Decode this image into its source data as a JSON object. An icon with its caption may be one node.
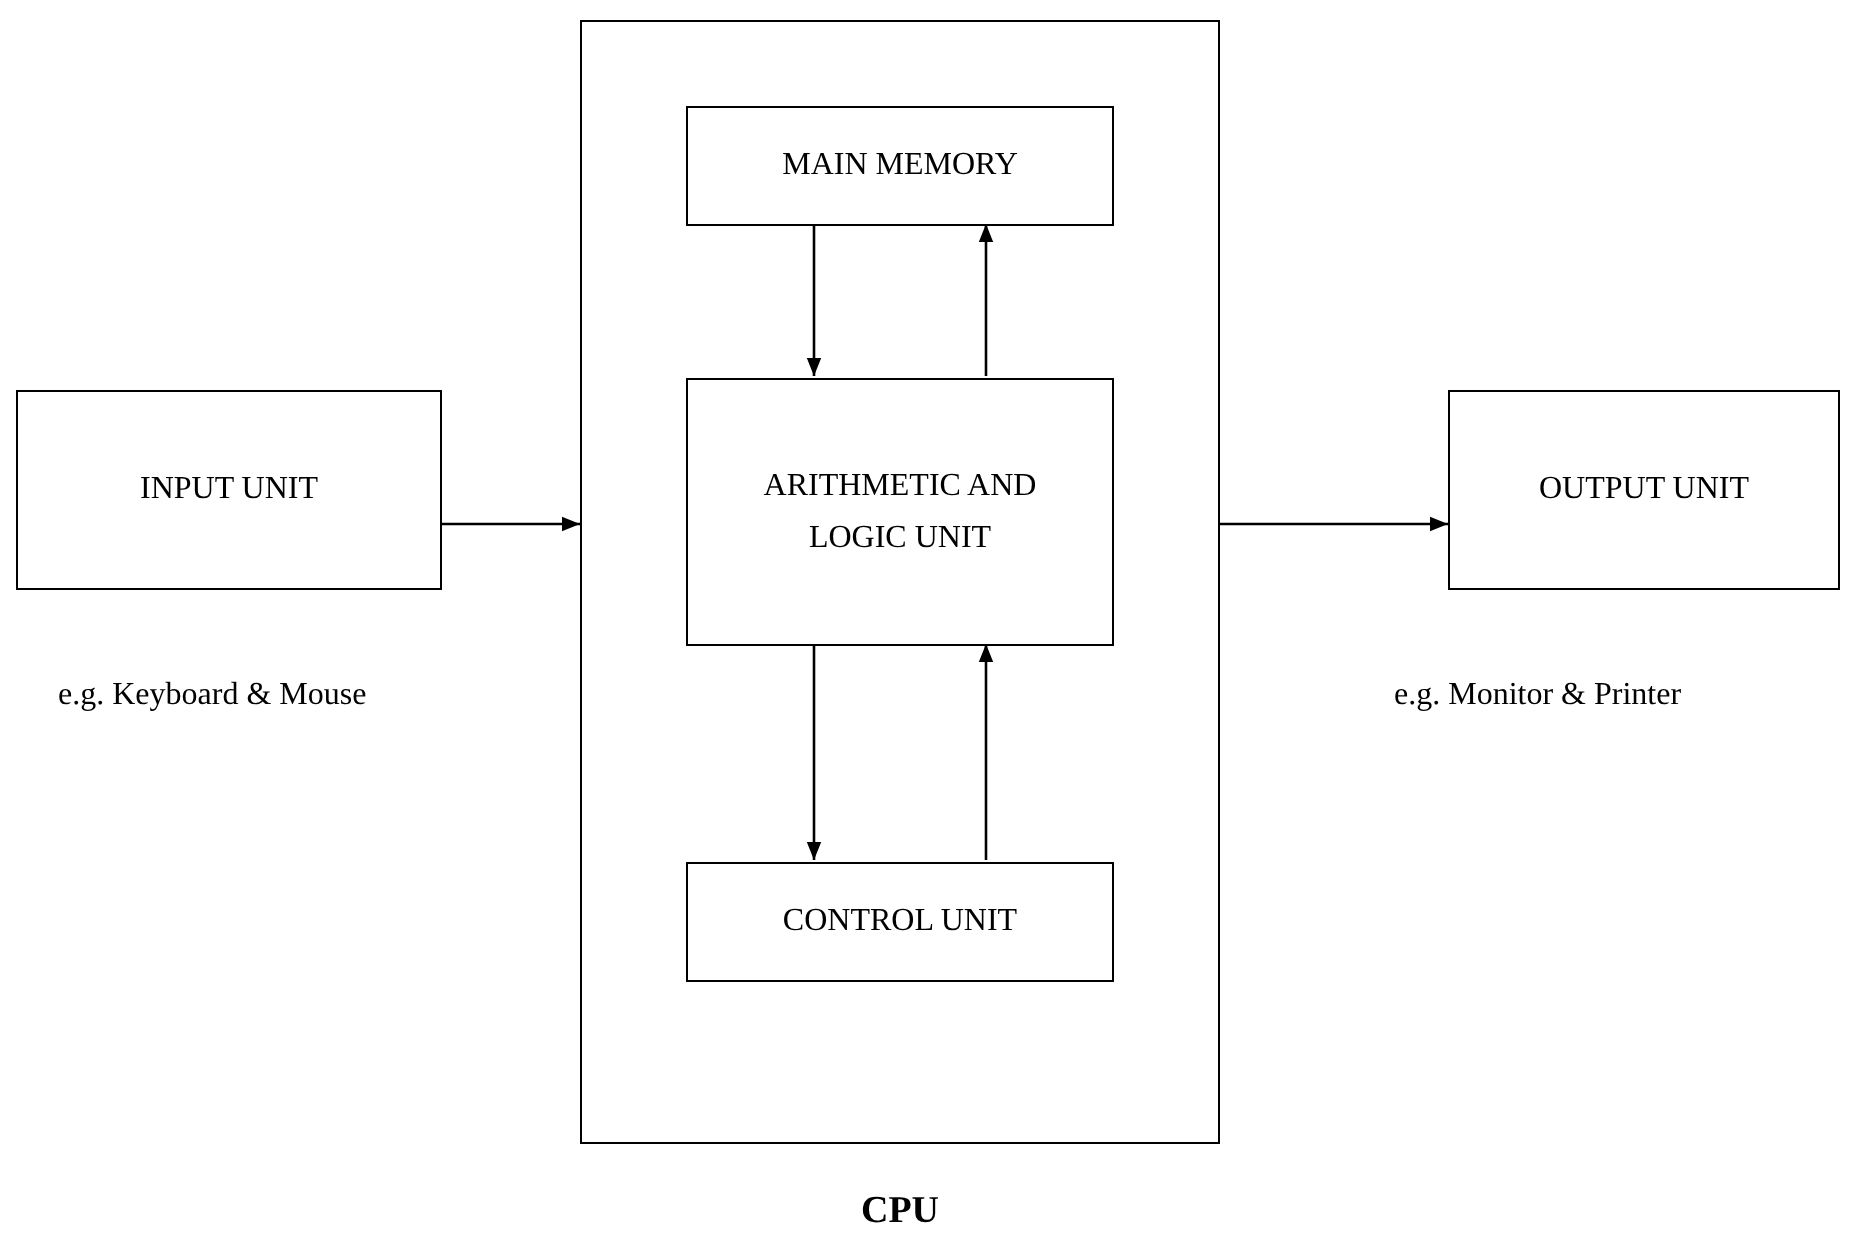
{
  "diagram": {
    "nodes": [
      {
        "text": [
          "CPU"
        ]
      },
      {
        "text": [
          "MAIN MEMORY"
        ],
        "in": 0
      },
      {
        "text": [
          "ARITHMETIC AND LOGIC UNIT"
        ],
        "in": 0
      },
      {
        "text": [
          "CONTROL UNIT"
        ],
        "in": 0
      },
      {
        "text": [
          "INPUT UNIT"
        ],
        "beside": [
          "e.g. Keyboard & Mouse"
        ]
      },
      {
        "text": [
          "OUTPUT UNIT"
        ],
        "beside": [
          "e.g. Monitor & Printer"
        ]
      }
    ],
    "edges": [
      {
        "from": 4,
        "to": 0,
        "arrow": "to"
      },
      {
        "from": 0,
        "to": 5,
        "arrow": "to"
      },
      {
        "from": 1,
        "to": 2,
        "arrow": "to"
      },
      {
        "from": 2,
        "to": 1,
        "arrow": "to"
      },
      {
        "from": 2,
        "to": 3,
        "arrow": "to"
      },
      {
        "from": 3,
        "to": 2,
        "arrow": "to"
      }
    ]
  }
}
